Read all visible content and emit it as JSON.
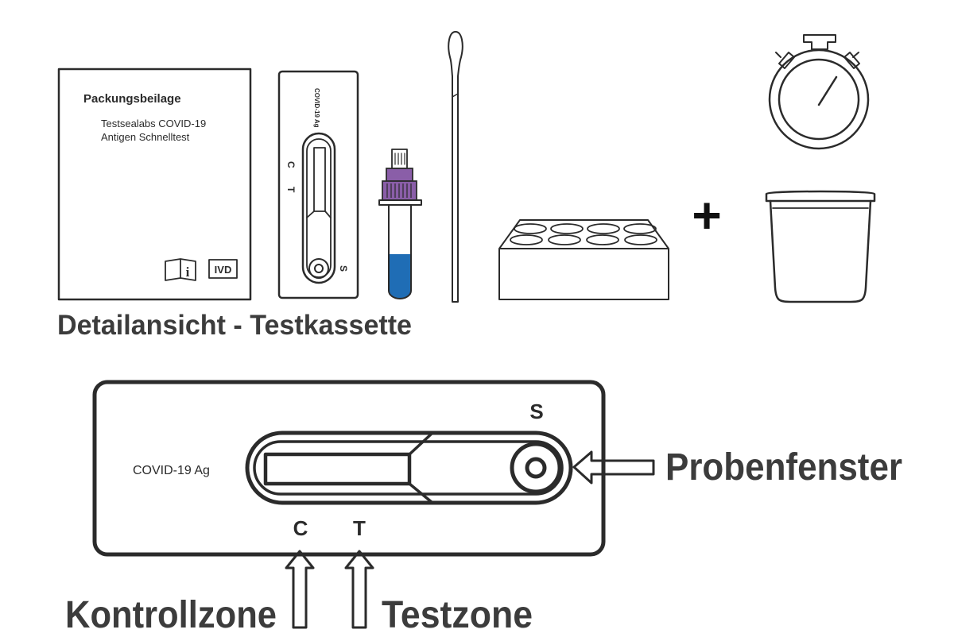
{
  "colors": {
    "ink": "#2b2b2b",
    "heading": "#3c3c3c",
    "buffer_cap": "#8a5ea8",
    "buffer_liquid": "#1f6db5"
  },
  "leaflet": {
    "title": "Packungsbeilage",
    "subtitle_line1": "Testsealabs COVID-19",
    "subtitle_line2": "Antigen Schnelltest",
    "info_icon": "info-book-icon",
    "ivd_label": "IVD"
  },
  "small_cassette": {
    "label": "COVID-19 Ag",
    "c": "C",
    "t": "T",
    "s": "S"
  },
  "plus_symbol": "+",
  "section_title": "Detailansicht - Testkassette",
  "detail_cassette": {
    "label": "COVID-19 Ag",
    "s": "S",
    "c": "C",
    "t": "T"
  },
  "callouts": {
    "probenfenster": "Probenfenster",
    "kontrollzone": "Kontrollzone",
    "testzone": "Testzone"
  },
  "icons": [
    "stopwatch-icon",
    "cup-icon",
    "tube-rack-icon",
    "swab-icon",
    "buffer-tube-icon",
    "arrow-left-icon",
    "arrow-up-icon"
  ]
}
